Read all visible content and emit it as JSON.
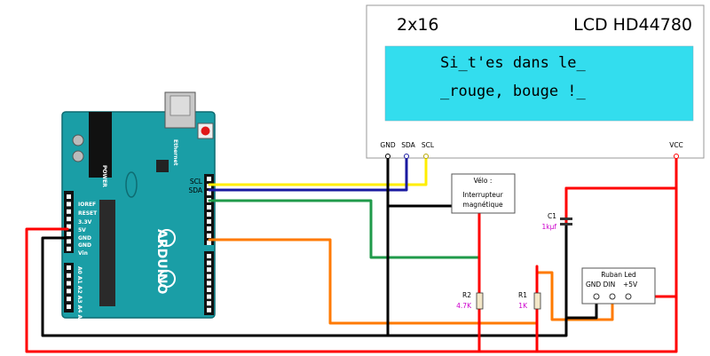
{
  "lcd": {
    "size_label": "2x16",
    "model_label": "LCD HD44780",
    "line1": "Si_t'es dans le_",
    "line2": "_rouge, bouge !_",
    "pins": {
      "gnd": "GND",
      "sda": "SDA",
      "scl": "SCL",
      "vcc": "VCC"
    },
    "screen_color": "#33ddee"
  },
  "arduino": {
    "brand": "ARDUINO",
    "scl_label": "SCL",
    "sda_label": "SDA",
    "power_label": "POWER",
    "ethernet_label": "Ethernet",
    "power_pins": [
      "IOREF",
      "RESET",
      "3.3V",
      "5V",
      "GND",
      "GND",
      "Vin"
    ],
    "analog_label": "A0 A1 A2 A3 A4 A5",
    "board_color": "#1a9ea6"
  },
  "sensor": {
    "title": "Vélo :",
    "line1": "Interrupteur",
    "line2": "magnétique"
  },
  "resistors": [
    {
      "name": "R2",
      "value": "4.7K"
    },
    {
      "name": "R1",
      "value": "1K"
    }
  ],
  "capacitor": {
    "name": "C1",
    "value": "1kµf"
  },
  "led_strip": {
    "title": "Ruban Led",
    "pins_left": "GND DIN",
    "pins_right": "+5V"
  },
  "wire_colors": {
    "power": "#ff0000",
    "ground": "#000000",
    "scl": "#ffee00",
    "sda": "#1a1aa0",
    "signal_green": "#1f9a4a",
    "signal_orange": "#ff7a00"
  }
}
